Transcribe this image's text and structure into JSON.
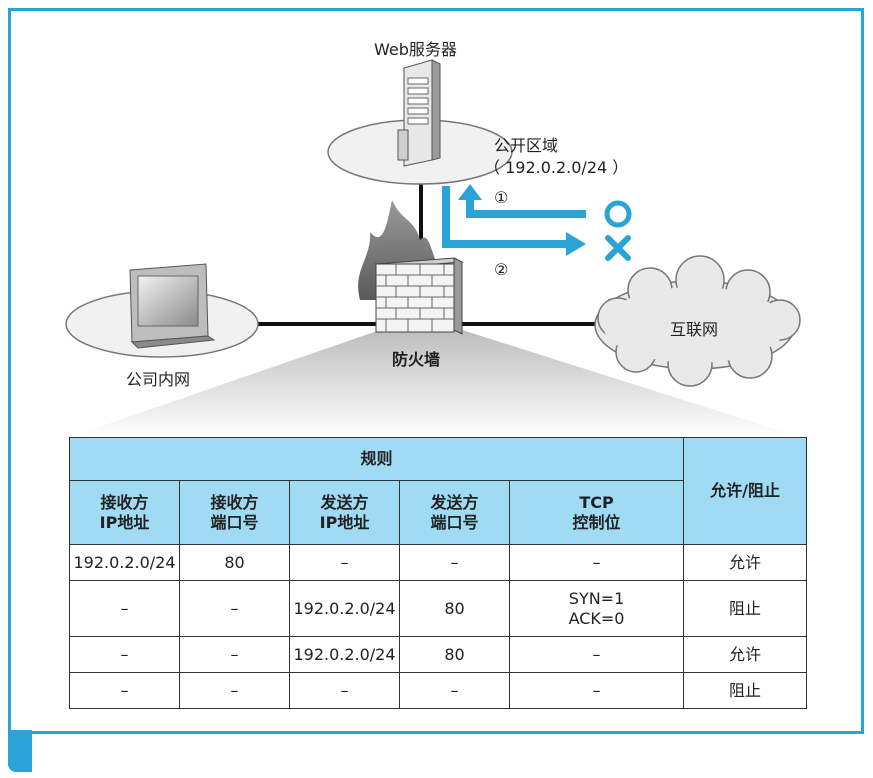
{
  "labels": {
    "web_server": "Web服务器",
    "public_zone": "公开区域",
    "public_subnet": "（ 192.0.2.0/24 ）",
    "flow1_marker": "①",
    "flow2_marker": "②",
    "firewall": "防火墙",
    "intranet": "公司内网",
    "internet": "互联网"
  },
  "table": {
    "rules_header": "规则",
    "action_header": "允许/阻止",
    "columns": [
      "接收方\nIP地址",
      "接收方\n端口号",
      "发送方\nIP地址",
      "发送方\n端口号",
      "TCP\n控制位"
    ],
    "rows": [
      {
        "dst_ip": "192.0.2.0/24",
        "dst_port": "80",
        "src_ip": "–",
        "src_port": "–",
        "tcp_flags": "–",
        "action": "允许"
      },
      {
        "dst_ip": "–",
        "dst_port": "–",
        "src_ip": "192.0.2.0/24",
        "src_port": "80",
        "tcp_flags": "SYN=1\nACK=0",
        "action": "阻止"
      },
      {
        "dst_ip": "–",
        "dst_port": "–",
        "src_ip": "192.0.2.0/24",
        "src_port": "80",
        "tcp_flags": "–",
        "action": "允许"
      },
      {
        "dst_ip": "–",
        "dst_port": "–",
        "src_ip": "–",
        "src_port": "–",
        "tcp_flags": "–",
        "action": "阻止"
      }
    ]
  },
  "colors": {
    "accent": "#2aa3d6",
    "header_fill": "#9fdcf4"
  },
  "icons": [
    "web-server-icon",
    "firewall-icon",
    "computer-icon",
    "internet-cloud-icon",
    "allow-circle-icon",
    "block-cross-icon"
  ]
}
